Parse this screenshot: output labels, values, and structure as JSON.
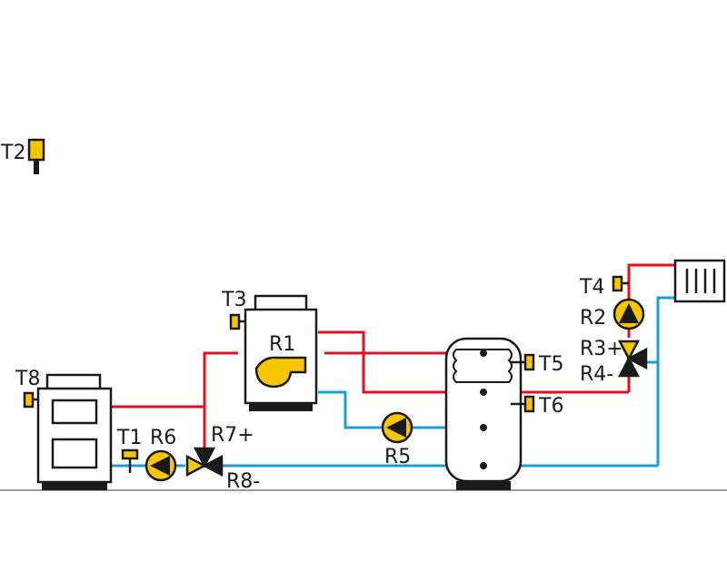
{
  "colors": {
    "hot_pipe": "#e3101b",
    "cold_pipe": "#1a9ed9",
    "component_yellow": "#f7c600",
    "outline": "#1a1a1a",
    "ground": "#9a9a9a"
  },
  "labels": {
    "T1": "T1",
    "T2": "T2",
    "T3": "T3",
    "T4": "T4",
    "T5": "T5",
    "T6": "T6",
    "T8": "T8",
    "R1": "R1",
    "R2": "R2",
    "R3": "R3+",
    "R4": "R4-",
    "R5": "R5",
    "R6": "R6",
    "R7": "R7+",
    "R8": "R8-"
  }
}
